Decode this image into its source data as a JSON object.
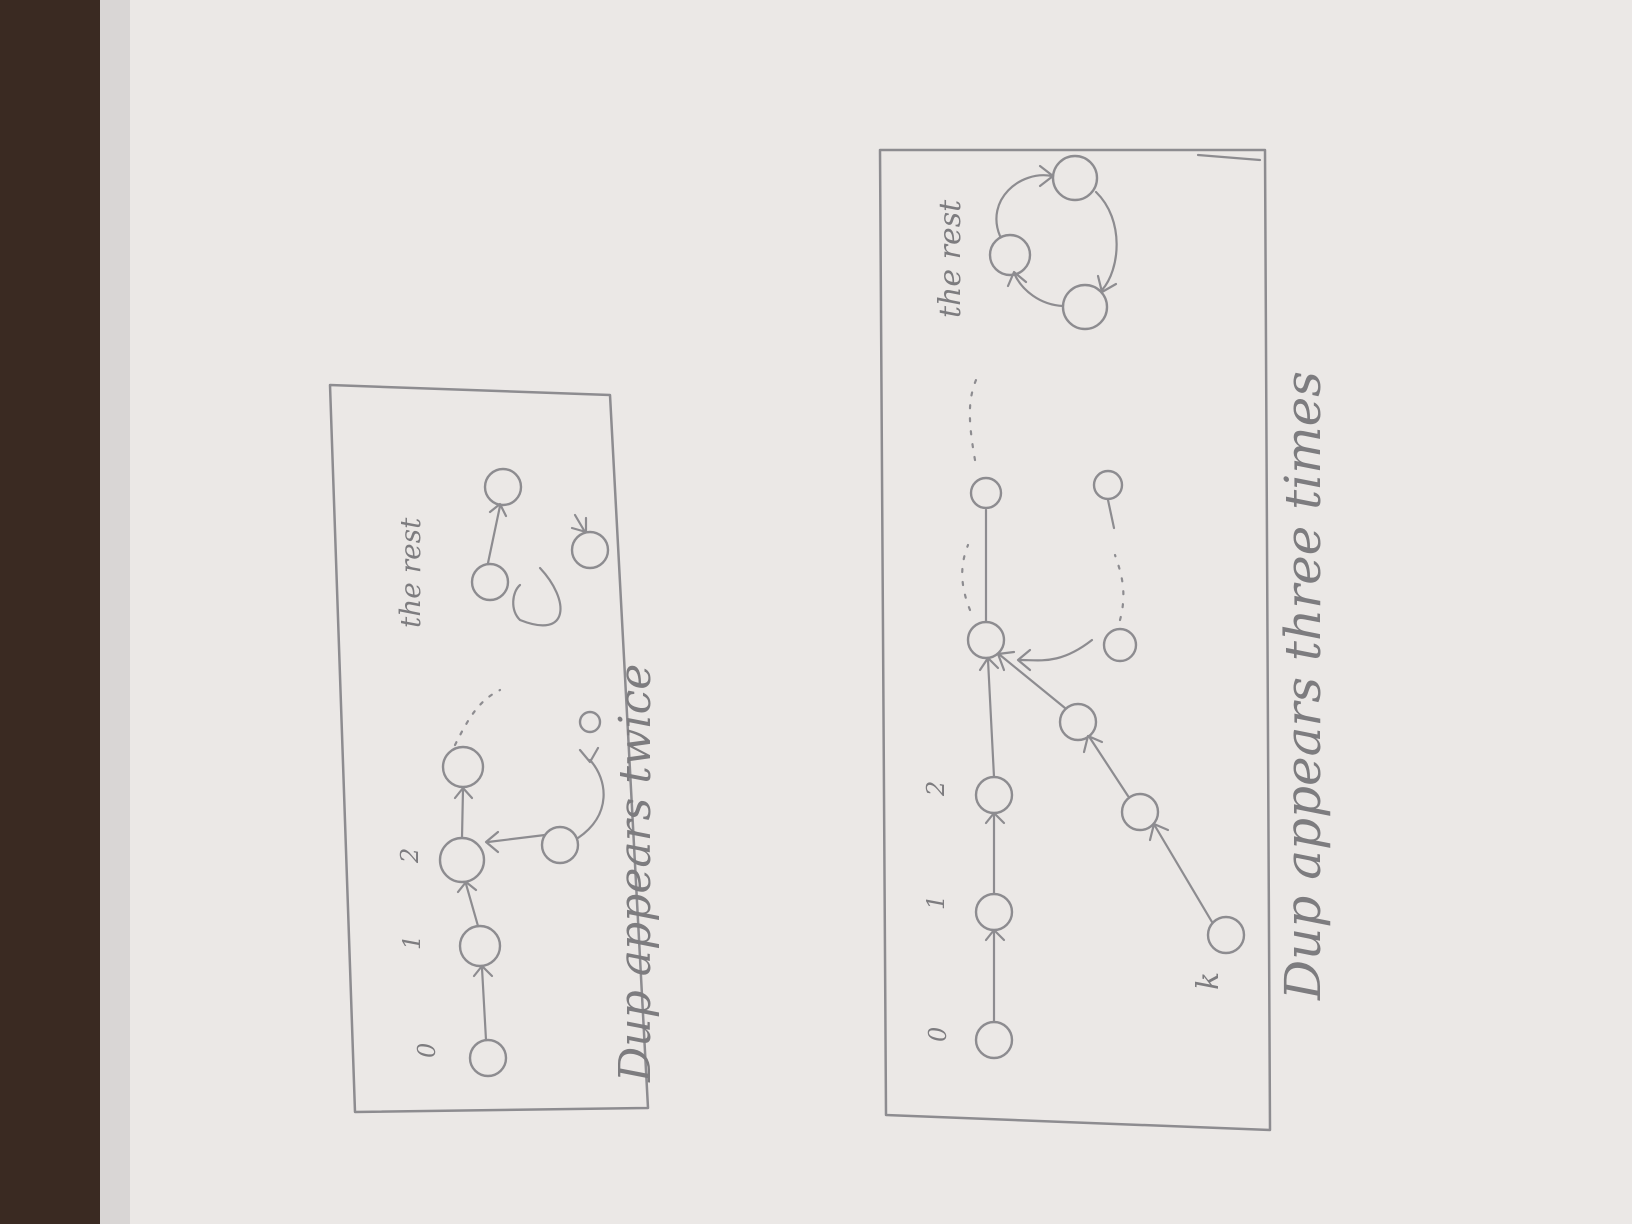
{
  "photo": {
    "colors": {
      "paper": "#ebe8e6",
      "paper_shadow": "#d9d6d5",
      "table_wood": "#3a2a22",
      "pencil": "#8d8c90"
    }
  },
  "diagrams": [
    {
      "id": "twice",
      "labels": {
        "node_0": "0",
        "node_1": "1",
        "node_2": "2",
        "rest": "the rest",
        "caption": "Dup appears twice"
      }
    },
    {
      "id": "three-times",
      "labels": {
        "node_0": "0",
        "node_1": "1",
        "node_2": "2",
        "node_k": "k",
        "rest": "the rest",
        "caption": "Dup appears three times"
      }
    }
  ]
}
